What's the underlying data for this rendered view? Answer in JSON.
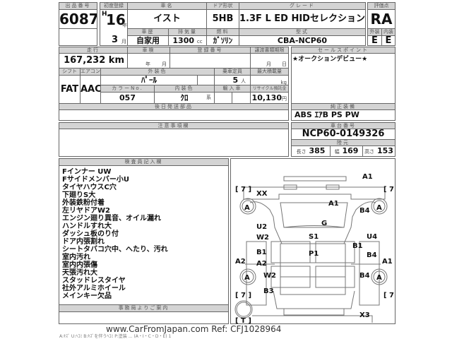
{
  "lot": {
    "label": "出品番号",
    "value": "6087"
  },
  "first_reg": {
    "label": "初度登録",
    "era": "H",
    "year": "16",
    "year_unit": "年",
    "month": "3",
    "month_unit": "月"
  },
  "car_name": {
    "label": "車名",
    "value": "イスト"
  },
  "door": {
    "label": "ドア形状",
    "value": "5HB"
  },
  "grade": {
    "label": "グレード",
    "value": "1.3F L ED HIDセレクション"
  },
  "score": {
    "label": "評価点",
    "value": "RA",
    "ext_label": "外装",
    "ext_value": "E",
    "int_label": "内装",
    "int_value": "E"
  },
  "history": {
    "label": "車歴",
    "value": "自家用"
  },
  "displacement": {
    "label": "排気量",
    "value": "1300",
    "unit": "cc"
  },
  "fuel": {
    "label": "燃料",
    "value": "ｶﾞｿﾘﾝ"
  },
  "model": {
    "label": "型式",
    "value": "CBA-NCP60"
  },
  "mileage": {
    "label": "走行",
    "value": "167,232 km"
  },
  "inspection": {
    "label": "車検",
    "year_unit": "年",
    "month_unit": "月"
  },
  "reg_no": {
    "label": "登録番号"
  },
  "transfer": {
    "label": "譲渡書類期限",
    "month_unit": "月",
    "day_unit": "日"
  },
  "shift": {
    "label": "シフト",
    "value": "FAT"
  },
  "ac": {
    "label": "エアコン",
    "value": "AAC"
  },
  "ext_color": {
    "label": "外装色",
    "value": "ﾊﾟｰﾙ"
  },
  "capacity": {
    "label": "乗車定員",
    "value": "5",
    "unit": "人"
  },
  "max_load": {
    "label": "最大積載量",
    "unit": "kg"
  },
  "color_no": {
    "label": "カラーNo.",
    "value": "057"
  },
  "int_color": {
    "label": "内装色",
    "value": "ｸﾛ",
    "unit": "系"
  },
  "import": {
    "label": "輸入車"
  },
  "recycle": {
    "label": "リサイクル預託金",
    "value": "10,130",
    "unit": "円"
  },
  "sales_point": {
    "label": "セールスポイント",
    "value": "★オークションデビュー★"
  },
  "later_parts": {
    "label": "後日発送部品"
  },
  "equipment": {
    "label": "純正装備",
    "value": "ABS ｴｱB PS PW"
  },
  "caution": {
    "label": "注意事項欄"
  },
  "chassis": {
    "label": "車台番号",
    "value": "NCP60-0149326"
  },
  "dims": {
    "label": "陸元",
    "length_label": "長さ",
    "length": "385",
    "width_label": "幅",
    "width": "169",
    "height_label": "高さ",
    "height": "153"
  },
  "inspector": {
    "label": "検査員記入欄",
    "notes": [
      "Fインナー UW",
      "Fサイドメンバー小U",
      "タイヤハウスC穴",
      "下廻りS大",
      "外装鉄粉付着",
      "左リヤドアW2",
      "エンジン廻り異音、オイル漏れ",
      "ハンドルすれ大",
      "ダッシュ板のり付",
      "ドア内張割れ",
      "シートタバコ穴中、へたり、汚れ",
      "室内汚れ",
      "室内内張傷",
      "天張汚れ大",
      "スタッドレスタイヤ",
      "社外アルミホイール",
      "メインキー欠品"
    ]
  },
  "office": {
    "label": "事務局よりご案内"
  },
  "diagram": {
    "marks": [
      "A1",
      "[ 7 ]",
      "XX",
      "[ 7 ]",
      "A",
      "A",
      "A",
      "A",
      "A1",
      "B4",
      "G",
      "U2",
      "W2",
      "S1",
      "U4",
      "B1",
      "B1",
      "P1",
      "B4",
      "A2",
      "A2",
      "A1",
      "W2",
      "B4",
      "B3",
      "[ 7 ]",
      "[ 7 ]",
      "X3",
      "[ T ]"
    ]
  },
  "footer": "A:ｷｽﾞ U:ﾍｺﾐ B:ｷｽﾞを伴うﾍｺﾐ P:塗装 ... (A・I・C・D・E) 1",
  "watermark": "www.CarFromJapan.com Ref: CFJ1028964"
}
